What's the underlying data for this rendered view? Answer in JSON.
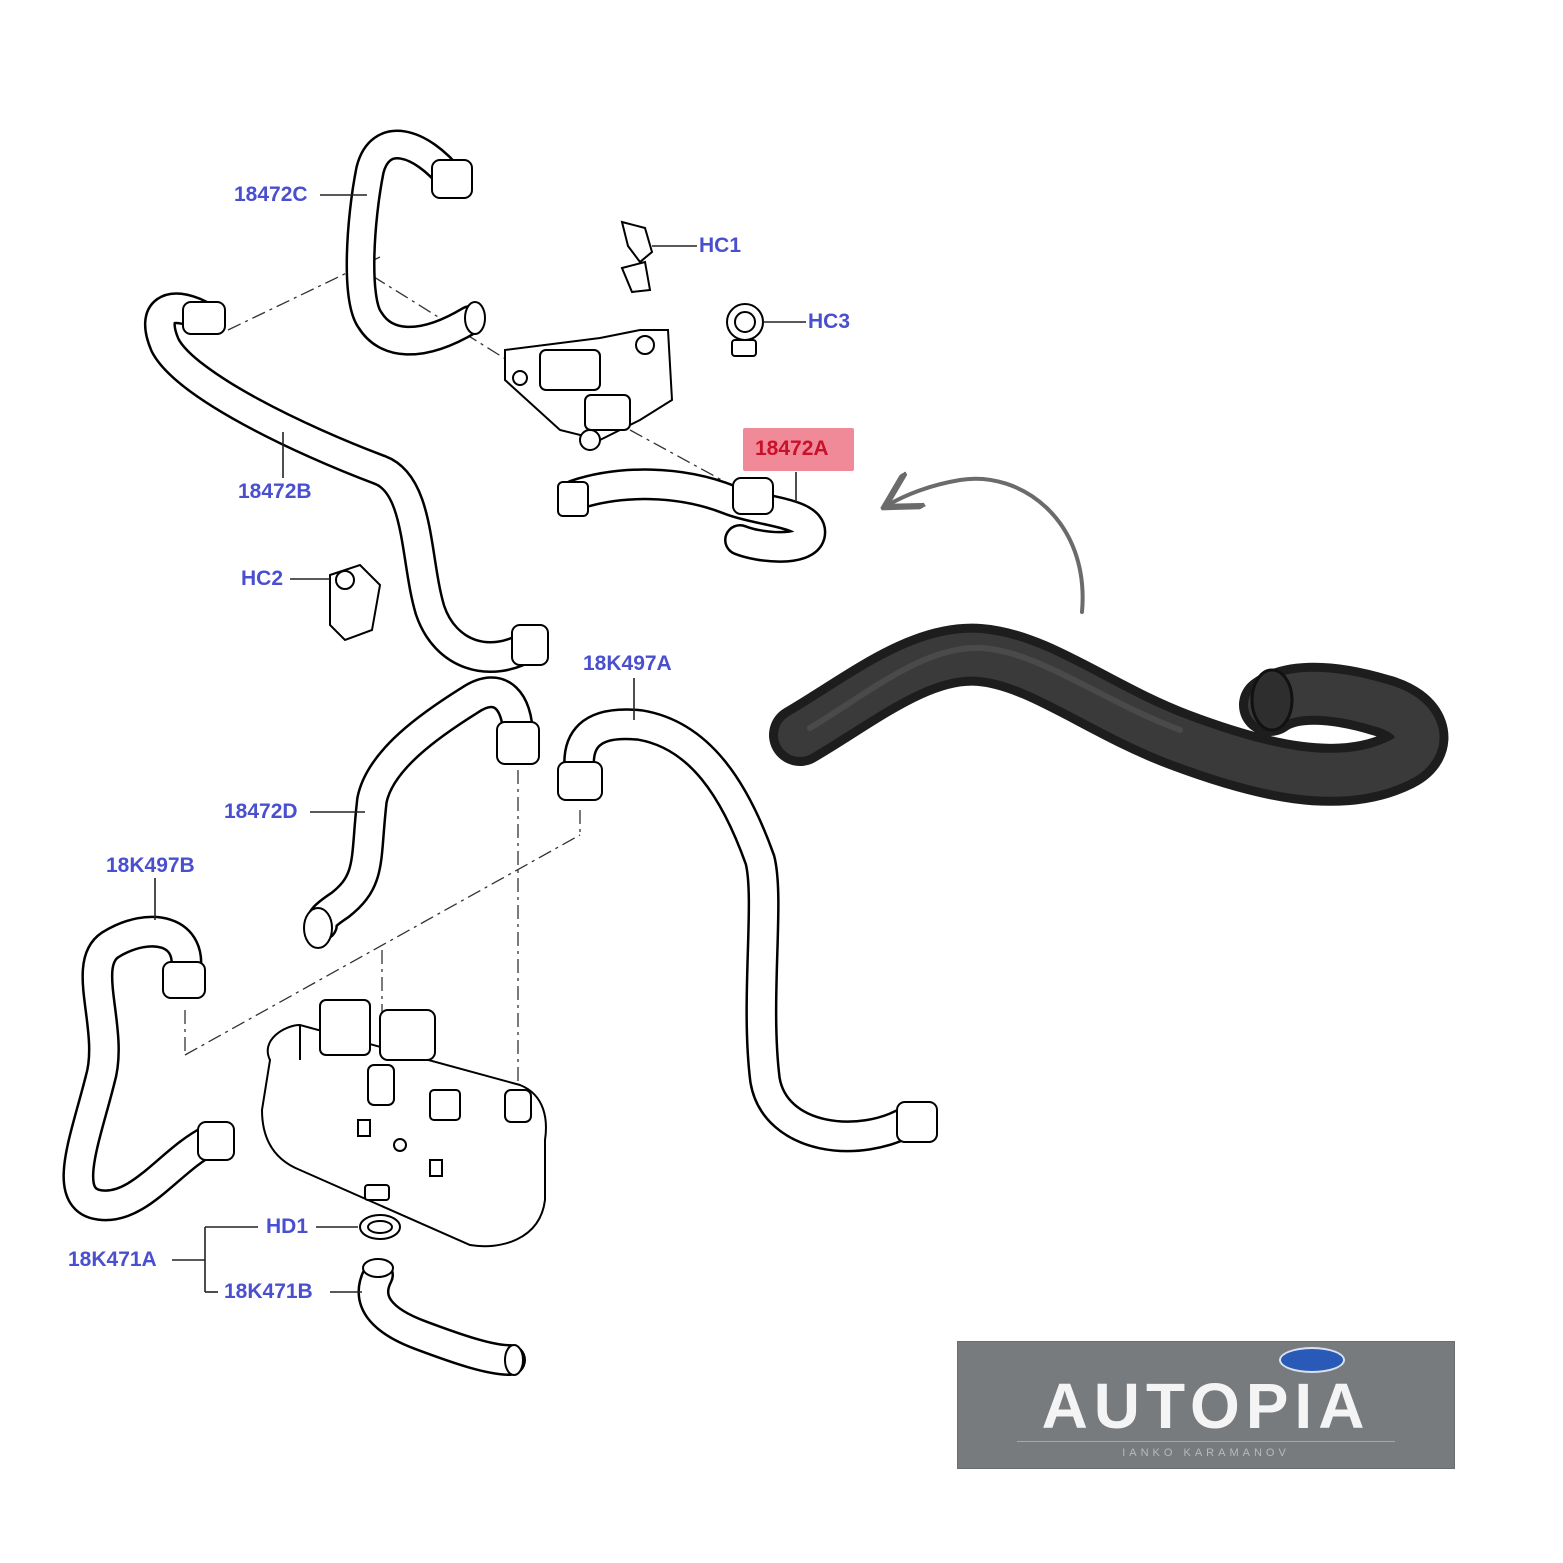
{
  "colors": {
    "callout_text": "#4a4fcf",
    "leader_line": "#222222",
    "highlight_bg": "#f08a98",
    "highlight_text": "#c8112a",
    "arrow": "#6b6b6b",
    "hose_photo": "#2a2a2a",
    "logo_bg": "#777b7d",
    "logo_text": "#f4f4f4",
    "ford_blue": "#2a5ab8"
  },
  "callouts": {
    "c18472c": "18472C",
    "hc1": "HC1",
    "hc3": "HC3",
    "c18472b": "18472B",
    "c18472a": "18472A",
    "hc2": "HC2",
    "c18k497a": "18K497A",
    "c18472d": "18472D",
    "c18k497b": "18K497B",
    "hd1": "HD1",
    "c18k471a": "18K471A",
    "c18k471b": "18K471B"
  },
  "highlighted_part": "18472A",
  "photo": {
    "icon": "rubber-hose-photo"
  },
  "logo": {
    "brand": "AUTOPIA",
    "subtitle": "IANKO KARAMANOV",
    "emblem_icon": "ford-oval-icon"
  }
}
